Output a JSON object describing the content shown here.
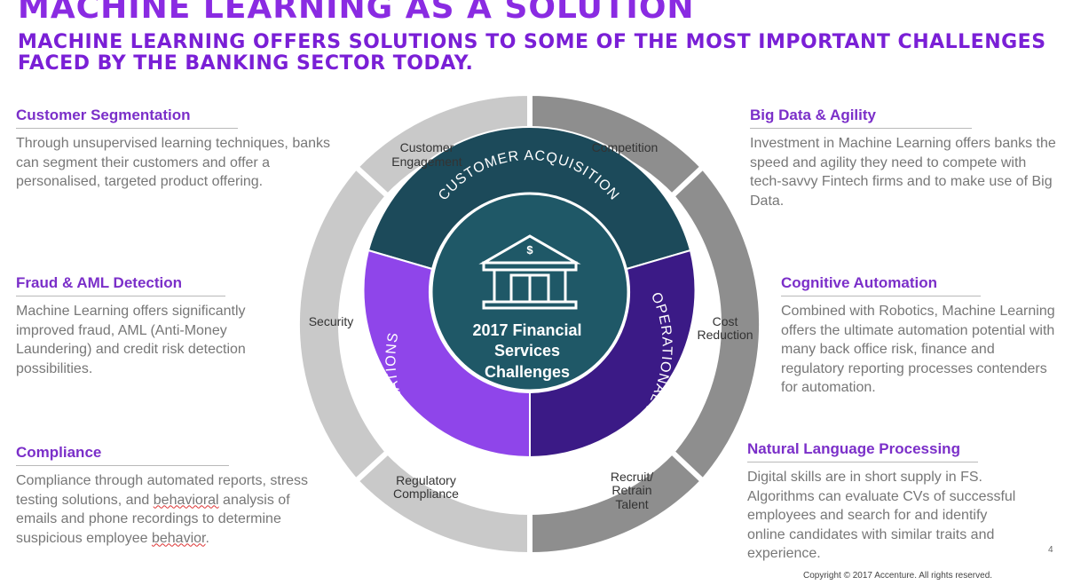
{
  "header": {
    "title": "MACHINE LEARNING AS A SOLUTION",
    "subtitle": "MACHINE LEARNING OFFERS SOLUTIONS TO SOME OF THE MOST IMPORTANT CHALLENGES FACED BY THE BANKING SECTOR TODAY."
  },
  "left": {
    "segmentation": {
      "heading": "Customer Segmentation",
      "body": "Through unsupervised learning techniques, banks can segment their customers and offer a personalised, targeted product offering."
    },
    "fraud": {
      "heading": "Fraud & AML Detection",
      "body": "Machine Learning offers significantly improved fraud, AML (Anti-Money Laundering) and credit risk detection possibilities."
    },
    "compliance": {
      "heading": "Compliance",
      "body_a": "Compliance through automated reports, stress testing solutions, and ",
      "body_b": "behavioral",
      "body_c": " analysis of emails and phone recordings to determine suspicious employee ",
      "body_d": "behavior",
      "body_e": "."
    }
  },
  "right": {
    "bigdata": {
      "heading": "Big Data & Agility",
      "body": "Investment in Machine Learning offers banks the speed and agility they need to compete with tech-savvy Fintech firms and to make use of Big Data."
    },
    "cognitive": {
      "heading": "Cognitive Automation",
      "body": "Combined with Robotics, Machine Learning offers the ultimate automation potential with many back office risk, finance and regulatory reporting processes contenders for automation."
    },
    "nlp": {
      "heading": "Natural Language Processing",
      "body": "Digital skills are in short supply in FS. Algorithms can evaluate CVs of successful employees and search for and identify online candidates with similar traits and experience."
    }
  },
  "wheel": {
    "outer_segments": {
      "customer_engagement": [
        "Customer",
        "Engagement"
      ],
      "competition": [
        "Competition"
      ],
      "security": [
        "Security"
      ],
      "cost_reduction": [
        "Cost",
        "Reduction"
      ],
      "regulatory_compliance": [
        "Regulatory",
        "Compliance"
      ],
      "recruit": [
        "Recruit/",
        "Retrain",
        "Talent"
      ]
    },
    "inner_segments": {
      "customer_acquisition": "CUSTOMER ACQUISITION",
      "operational_efficiency": "OPERATIONAL EFFICIENCY",
      "regulations": "REGULATIONS"
    },
    "center": [
      "2017 Financial",
      "Services",
      "Challenges"
    ],
    "dollar": "$"
  },
  "footer": {
    "page": "4",
    "copyright": "Copyright © 2017 Accenture. All rights reserved."
  },
  "colors": {
    "purple_title": "#8a2be2",
    "teal": "#1c4a5a",
    "dark_purple": "#3b1a86",
    "violet": "#8f45ea",
    "outer_light": "#c4c4c4",
    "outer_dark": "#8e8e8e"
  }
}
